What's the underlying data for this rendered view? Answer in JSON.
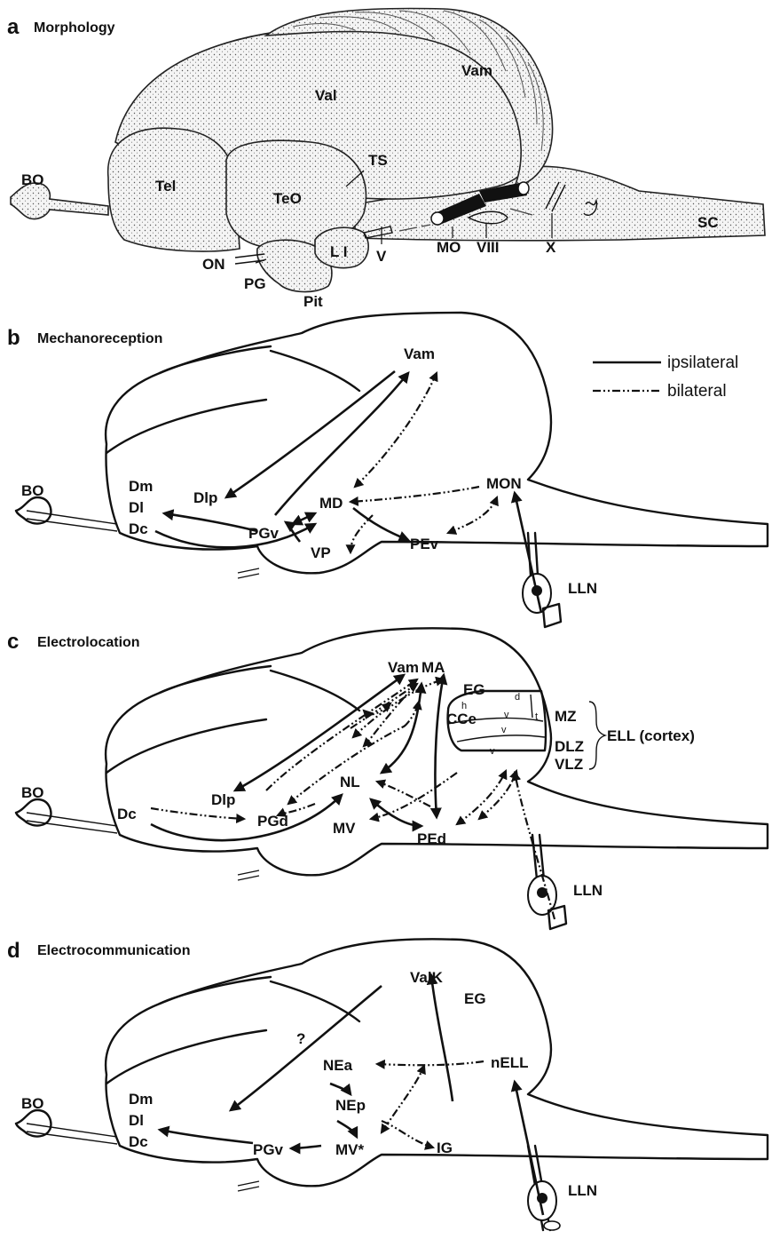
{
  "panel_a": {
    "letter": "a",
    "title": "Morphology",
    "labels": {
      "bo": "BO",
      "tel": "Tel",
      "val": "Val",
      "vam": "Vam",
      "teo": "TeO",
      "ts": "TS",
      "on": "ON",
      "pg": "PG",
      "pit": "Pit",
      "li": "L I",
      "v": "V",
      "mo": "MO",
      "viii": "VIII",
      "x": "X",
      "sc": "SC"
    }
  },
  "panel_b": {
    "letter": "b",
    "title": "Mechanoreception",
    "legend": {
      "solid": "ipsilateral",
      "dashed": "bilateral"
    },
    "labels": {
      "vam": "Vam",
      "bo": "BO",
      "dm": "Dm",
      "dl": "Dl",
      "dc": "Dc",
      "dlp": "Dlp",
      "md": "MD",
      "pgv": "PGv",
      "vp": "VP",
      "pev": "PEv",
      "mon": "MON",
      "lln": "LLN"
    }
  },
  "panel_c": {
    "letter": "c",
    "title": "Electrolocation",
    "labels": {
      "vam": "Vam",
      "ma": "MA",
      "eg": "EG",
      "cce": "CCe",
      "mz": "MZ",
      "dlz": "DLZ",
      "vlz": "VLZ",
      "ell": "ELL (cortex)",
      "bo": "BO",
      "dc": "Dc",
      "dlp": "Dlp",
      "pgd": "PGd",
      "nl": "NL",
      "mv": "MV",
      "ped": "PEd",
      "lln": "LLN",
      "zone_h": "h",
      "zone_d": "d",
      "zone_v1": "v",
      "zone_v2": "v",
      "zone_v3": "v",
      "zone_t": "t"
    }
  },
  "panel_d": {
    "letter": "d",
    "title": "Electrocommunication",
    "labels": {
      "valk": "ValK",
      "eg": "EG",
      "question": "?",
      "bo": "BO",
      "dm": "Dm",
      "dl": "Dl",
      "dc": "Dc",
      "nea": "NEa",
      "nep": "NEp",
      "pgv": "PGv",
      "mv": "MV*",
      "ig": "IG",
      "nell": "nELL",
      "lln": "LLN"
    }
  }
}
